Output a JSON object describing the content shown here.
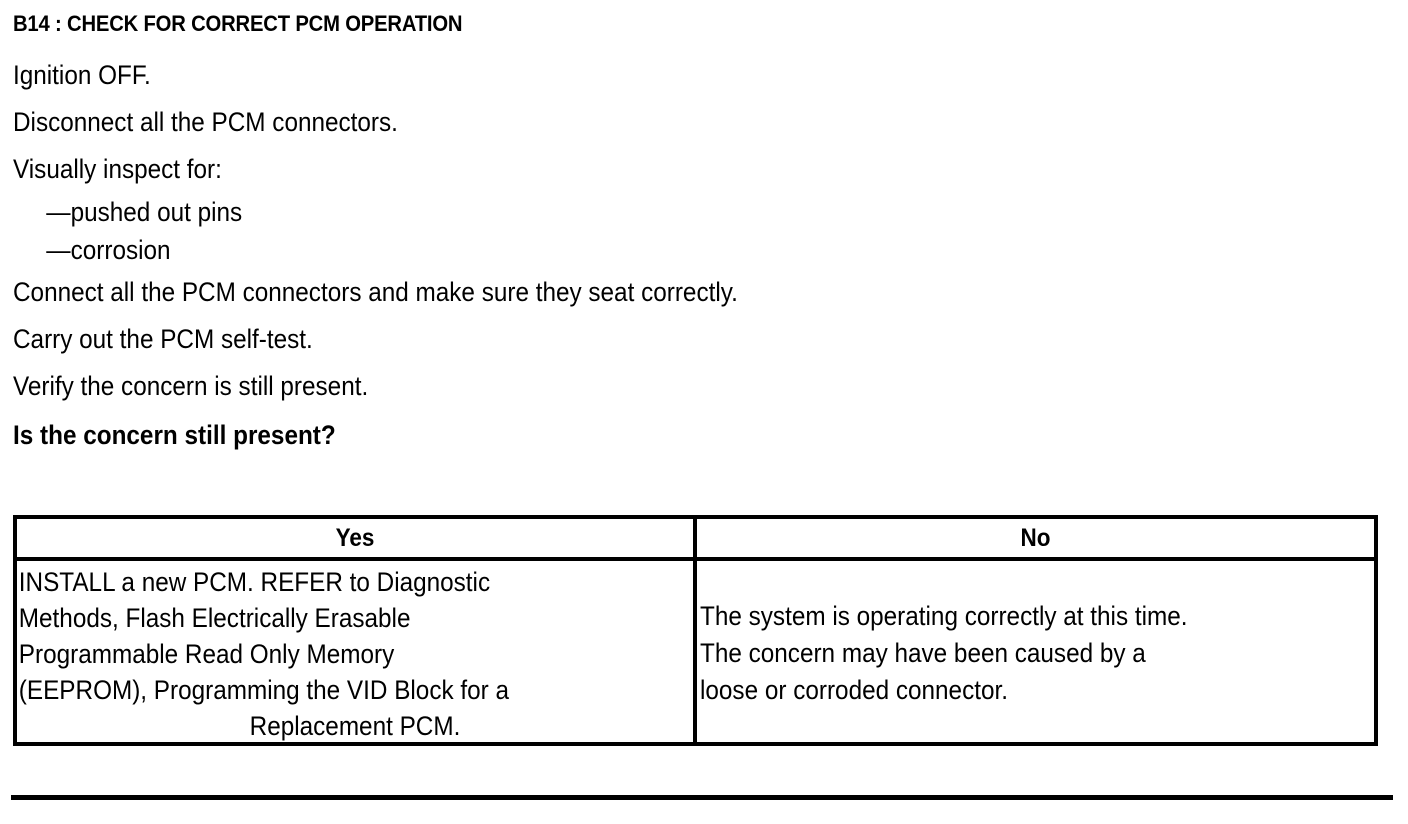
{
  "step": {
    "title": "B14 : CHECK FOR CORRECT PCM OPERATION",
    "instructions": [
      {
        "text": "Ignition OFF.",
        "style": "normal"
      },
      {
        "text": "Disconnect all the PCM connectors.",
        "style": "normal"
      },
      {
        "text": "Visually inspect for:",
        "style": "normal"
      },
      {
        "text": "—pushed out pins",
        "style": "sub"
      },
      {
        "text": "—corrosion",
        "style": "sub"
      },
      {
        "text": "Connect all the PCM connectors and make sure they seat correctly.",
        "style": "normal"
      },
      {
        "text": "Carry out the PCM self-test.",
        "style": "normal"
      },
      {
        "text": "Verify the concern is still present.",
        "style": "normal"
      },
      {
        "text": "Is the concern still present?",
        "style": "bold"
      }
    ]
  },
  "decision_table": {
    "headers": [
      "Yes",
      "No"
    ],
    "yes_cell": {
      "lines": [
        {
          "text": "INSTALL a new PCM. REFER to Diagnostic",
          "align": "left"
        },
        {
          "text": "Methods, Flash Electrically Erasable",
          "align": "left"
        },
        {
          "text": "Programmable Read Only Memory",
          "align": "left"
        },
        {
          "text": "(EEPROM), Programming the VID Block for a",
          "align": "left"
        },
        {
          "text": "Replacement PCM.",
          "align": "center"
        }
      ]
    },
    "no_cell": {
      "lines": [
        {
          "text": "The system is operating correctly at this time."
        },
        {
          "text": "The concern may have been caused by a"
        },
        {
          "text": "loose or corroded connector."
        }
      ]
    }
  },
  "colors": {
    "text": "#000000",
    "background": "#ffffff",
    "rule": "#000000"
  }
}
